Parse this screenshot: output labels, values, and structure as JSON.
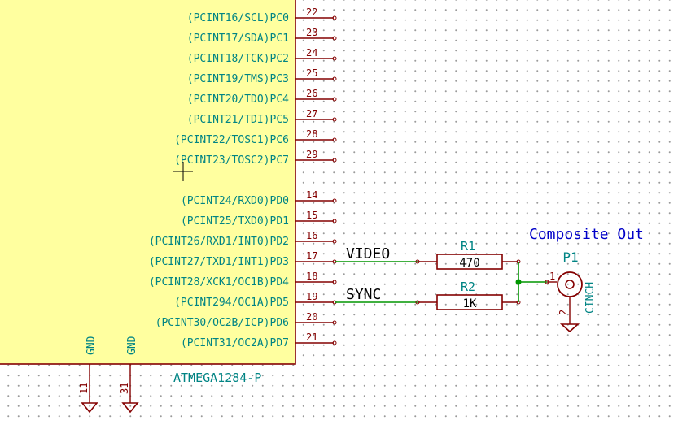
{
  "chip": {
    "name": "ATMEGA1284-P",
    "pins_c": [
      {
        "label": "(PCINT16/SCL)PC0",
        "num": "22"
      },
      {
        "label": "(PCINT17/SDA)PC1",
        "num": "23"
      },
      {
        "label": "(PCINT18/TCK)PC2",
        "num": "24"
      },
      {
        "label": "(PCINT19/TMS)PC3",
        "num": "25"
      },
      {
        "label": "(PCINT20/TDO)PC4",
        "num": "26"
      },
      {
        "label": "(PCINT21/TDI)PC5",
        "num": "27"
      },
      {
        "label": "(PCINT22/TOSC1)PC6",
        "num": "28"
      },
      {
        "label": "(PCINT23/TOSC2)PC7",
        "num": "29"
      }
    ],
    "pins_d": [
      {
        "label": "(PCINT24/RXD0)PD0",
        "num": "14"
      },
      {
        "label": "(PCINT25/TXD0)PD1",
        "num": "15"
      },
      {
        "label": "(PCINT26/RXD1/INT0)PD2",
        "num": "16"
      },
      {
        "label": "(PCINT27/TXD1/INT1)PD3",
        "num": "17"
      },
      {
        "label": "(PCINT28/XCK1/OC1B)PD4",
        "num": "18"
      },
      {
        "label": "(PCINT294/OC1A)PD5",
        "num": "19"
      },
      {
        "label": "(PCINT30/OC2B/ICP)PD6",
        "num": "20"
      },
      {
        "label": "(PCINT31/OC2A)PD7",
        "num": "21"
      }
    ],
    "gnd_pins": [
      {
        "label": "GND",
        "num": "11"
      },
      {
        "label": "GND",
        "num": "31"
      }
    ]
  },
  "nets": {
    "video": "VIDEO",
    "sync": "SYNC"
  },
  "resistors": [
    {
      "ref": "R1",
      "value": "470"
    },
    {
      "ref": "R2",
      "value": "1K"
    }
  ],
  "connector": {
    "title": "Composite Out",
    "ref": "P1",
    "value": "CINCH",
    "pin1": "1",
    "pin2": "2"
  },
  "colors": {
    "chip_fill": "#ffff9f",
    "pin": "#840000",
    "pin_text": "#008484",
    "wire": "#009600",
    "title": "#0000c8"
  }
}
